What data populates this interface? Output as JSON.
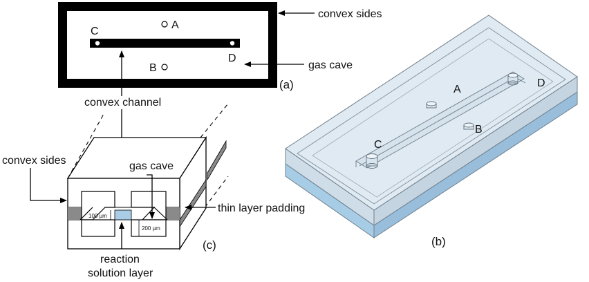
{
  "panel_a": {
    "tag": "(a)",
    "point_a": "A",
    "point_b": "B",
    "point_c": "C",
    "point_d": "D",
    "convex_sides": "convex sides",
    "gas_cave": "gas cave",
    "convex_channel": "convex channel"
  },
  "panel_b": {
    "tag": "(b)",
    "point_a": "A",
    "point_b": "B",
    "point_c": "C",
    "point_d": "D"
  },
  "panel_c": {
    "tag": "(c)",
    "convex_sides": "convex sides",
    "gas_cave": "gas cave",
    "thin_layer_padding": "thin layer padding",
    "dim_100": "100 µm",
    "dim_200": "200 µm",
    "reaction_line1": "reaction",
    "reaction_line2": "solution layer"
  },
  "colors": {
    "line": "#000000",
    "padding_gray": "#8a8a8a",
    "solution_blue": "#a9cde6",
    "chip_top": "#dde8f0",
    "chip_front": "#cfdde8",
    "chip_side": "#c4d4e1",
    "base_blue": "#a7cde6"
  }
}
